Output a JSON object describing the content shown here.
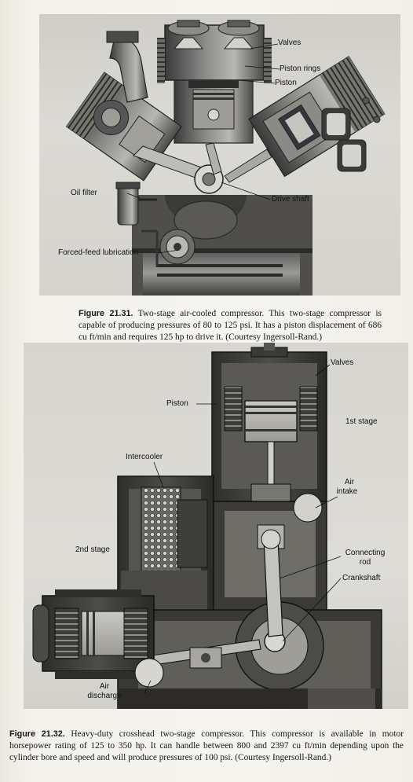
{
  "figure_1": {
    "labels": {
      "valves": "Valves",
      "piston_rings": "Piston rings",
      "piston": "Piston",
      "oil_filter": "Oil filter",
      "drive_shaft": "Drive shaft",
      "forced_feed_lubrication": "Forced-feed lubrication"
    },
    "caption": {
      "number": "Figure 21.31.",
      "text": "Two-stage air-cooled compressor. This two-stage compressor is capable of producing pressures of 80 to 125 psi. It has a piston displacement of 686 cu ft/min and requires 125 hp to drive it. (Courtesy Ingersoll-Rand.)"
    }
  },
  "figure_2": {
    "labels": {
      "valves": "Valves",
      "piston": "Piston",
      "first_stage": "1st stage",
      "intercooler": "Intercooler",
      "air_intake_line1": "Air",
      "air_intake_line2": "intake",
      "second_stage": "2nd stage",
      "connecting_rod_line1": "Connecting",
      "connecting_rod_line2": "rod",
      "crankshaft": "Crankshaft",
      "air_discharge_line1": "Air",
      "air_discharge_line2": "discharge"
    },
    "caption": {
      "number": "Figure 21.32.",
      "text": "Heavy-duty crosshead two-stage compressor. This compressor is available in motor horsepower rating of 125 to 350 hp. It can handle between 800 and 2397 cu ft/min depending upon the cylinder bore and speed and will produce pressures of 100 psi. (Courtesy Ingersoll-Rand.)"
    }
  }
}
